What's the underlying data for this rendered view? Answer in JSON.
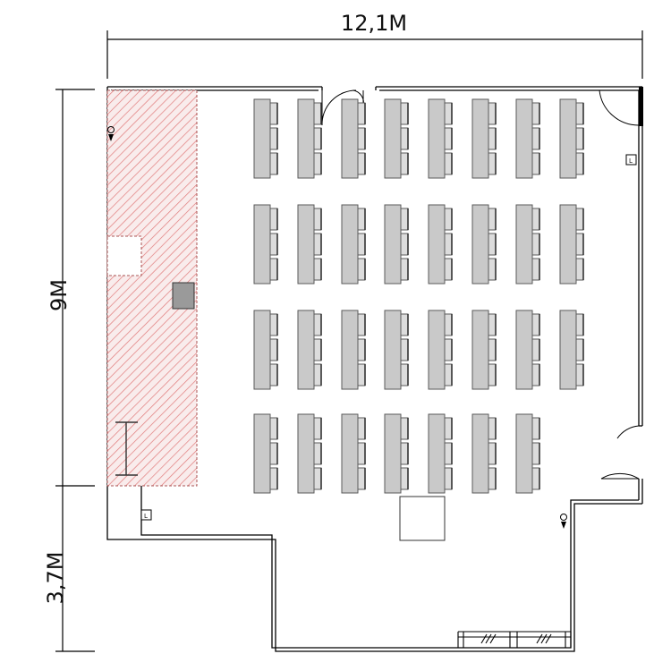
{
  "dimensions": {
    "width": "12,1M",
    "height_upper": "9M",
    "height_lower": "3,7M"
  },
  "markers": {
    "outlet_label": "L"
  },
  "colors": {
    "wall": "#000000",
    "desk_fill": "#c9c9c9",
    "desk_stroke": "#5a5a5a",
    "hatch": "#e07a7a",
    "hatch_bg": "#f7e6e6"
  },
  "layout": {
    "desk_rows": 4,
    "desk_columns": 8,
    "last_row_columns": 7
  }
}
